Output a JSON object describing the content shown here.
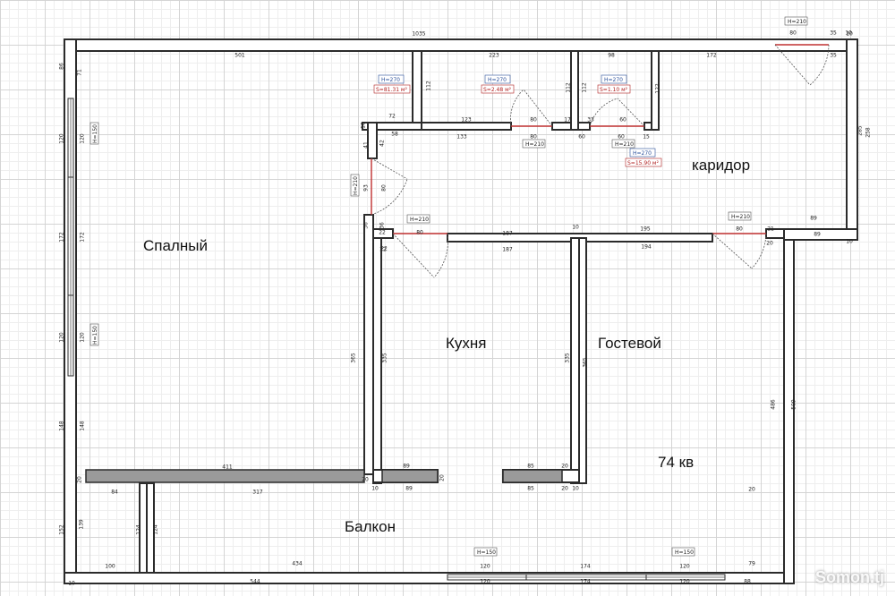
{
  "rooms": {
    "bedroom": "Спалный",
    "corridor": "каридор",
    "kitchen": "Кухня",
    "guest": "Гостевой",
    "balcony": "Балкон",
    "area_note": "74 кв"
  },
  "heights": {
    "bedroom": "H=270",
    "room2": "H=270",
    "room3": "H=270",
    "corridor": "H=270"
  },
  "areas": {
    "bedroom": "S=81.31 м²",
    "room2": "S=2.48 м²",
    "room3": "S=1.10 м²",
    "corridor": "S=15.90 м²"
  },
  "openings": {
    "entry_door": "H=210",
    "bath_door": "H=210",
    "wc_door": "H=210",
    "bedroom_door": "H=210",
    "kitchen_door": "H=210",
    "guest_door": "H=210",
    "bedroom_window_top": "H=150",
    "bedroom_window_bottom": "H=150",
    "balcony_window_left": "H=150",
    "balcony_window_right": "H=150"
  },
  "dimensions": [
    {
      "id": "d1035",
      "text": "1035"
    },
    {
      "id": "d10a",
      "text": "10"
    },
    {
      "id": "d501",
      "text": "501"
    },
    {
      "id": "d223",
      "text": "223"
    },
    {
      "id": "d98",
      "text": "98"
    },
    {
      "id": "d172a",
      "text": "172"
    },
    {
      "id": "d80a",
      "text": "80"
    },
    {
      "id": "d35a",
      "text": "35"
    },
    {
      "id": "d35b",
      "text": "35"
    },
    {
      "id": "d86",
      "text": "86"
    },
    {
      "id": "d71",
      "text": "71"
    },
    {
      "id": "d72",
      "text": "72"
    },
    {
      "id": "d112a",
      "text": "112"
    },
    {
      "id": "d112b",
      "text": "112"
    },
    {
      "id": "d112c",
      "text": "112"
    },
    {
      "id": "d122",
      "text": "122"
    },
    {
      "id": "d10b",
      "text": "10"
    },
    {
      "id": "d58",
      "text": "58"
    },
    {
      "id": "d123",
      "text": "123"
    },
    {
      "id": "d80b",
      "text": "80"
    },
    {
      "id": "d17",
      "text": "17"
    },
    {
      "id": "d33",
      "text": "33"
    },
    {
      "id": "d60a",
      "text": "60"
    },
    {
      "id": "d133",
      "text": "133"
    },
    {
      "id": "d80c",
      "text": "80"
    },
    {
      "id": "d60b",
      "text": "60"
    },
    {
      "id": "d60c",
      "text": "60"
    },
    {
      "id": "d15",
      "text": "15"
    },
    {
      "id": "d258",
      "text": "258"
    },
    {
      "id": "d285",
      "text": "285"
    },
    {
      "id": "d120a",
      "text": "120"
    },
    {
      "id": "d120b",
      "text": "120"
    },
    {
      "id": "d172b",
      "text": "172"
    },
    {
      "id": "d172c",
      "text": "172"
    },
    {
      "id": "d120c",
      "text": "120"
    },
    {
      "id": "d120d",
      "text": "120"
    },
    {
      "id": "d148a",
      "text": "148"
    },
    {
      "id": "d148b",
      "text": "148"
    },
    {
      "id": "d41",
      "text": "41"
    },
    {
      "id": "d42",
      "text": "42"
    },
    {
      "id": "d93",
      "text": "93"
    },
    {
      "id": "d80d",
      "text": "80"
    },
    {
      "id": "d36a",
      "text": "36"
    },
    {
      "id": "d36b",
      "text": "36"
    },
    {
      "id": "d22a",
      "text": "22"
    },
    {
      "id": "d80e",
      "text": "80"
    },
    {
      "id": "d22b",
      "text": "22"
    },
    {
      "id": "d187a",
      "text": "187"
    },
    {
      "id": "d187b",
      "text": "187"
    },
    {
      "id": "d10c",
      "text": "10"
    },
    {
      "id": "d195",
      "text": "195"
    },
    {
      "id": "d194",
      "text": "194"
    },
    {
      "id": "d80f",
      "text": "80"
    },
    {
      "id": "d21",
      "text": "21"
    },
    {
      "id": "d20a",
      "text": "20"
    },
    {
      "id": "d89a",
      "text": "89"
    },
    {
      "id": "d89b",
      "text": "89"
    },
    {
      "id": "d10d",
      "text": "10"
    },
    {
      "id": "d365a",
      "text": "365"
    },
    {
      "id": "d335a",
      "text": "335"
    },
    {
      "id": "d335b",
      "text": "335"
    },
    {
      "id": "d365b",
      "text": "365"
    },
    {
      "id": "d486",
      "text": "486"
    },
    {
      "id": "d509",
      "text": "509"
    },
    {
      "id": "d411",
      "text": "411"
    },
    {
      "id": "d89c",
      "text": "89"
    },
    {
      "id": "d89d",
      "text": "89"
    },
    {
      "id": "d85a",
      "text": "85"
    },
    {
      "id": "d85b",
      "text": "85"
    },
    {
      "id": "d20b",
      "text": "20"
    },
    {
      "id": "d20c",
      "text": "20"
    },
    {
      "id": "d20d",
      "text": "20"
    },
    {
      "id": "d20e",
      "text": "20"
    },
    {
      "id": "d20f",
      "text": "20"
    },
    {
      "id": "d10e",
      "text": "10"
    },
    {
      "id": "d84",
      "text": "84"
    },
    {
      "id": "d317",
      "text": "317"
    },
    {
      "id": "d10f",
      "text": "10"
    },
    {
      "id": "d152",
      "text": "152"
    },
    {
      "id": "d139",
      "text": "139"
    },
    {
      "id": "d124a",
      "text": "124"
    },
    {
      "id": "d124b",
      "text": "124"
    },
    {
      "id": "d100",
      "text": "100"
    },
    {
      "id": "d434",
      "text": "434"
    },
    {
      "id": "d120e",
      "text": "120"
    },
    {
      "id": "d174a",
      "text": "174"
    },
    {
      "id": "d120f",
      "text": "120"
    },
    {
      "id": "d79",
      "text": "79"
    },
    {
      "id": "d544",
      "text": "544"
    },
    {
      "id": "d120g",
      "text": "120"
    },
    {
      "id": "d174b",
      "text": "174"
    },
    {
      "id": "d120h",
      "text": "120"
    },
    {
      "id": "d88",
      "text": "88"
    },
    {
      "id": "d10g",
      "text": "10"
    },
    {
      "id": "d22c",
      "text": "22"
    },
    {
      "id": "d20g",
      "text": "20"
    },
    {
      "id": "d10h",
      "text": "10"
    }
  ],
  "watermark": "Somon.tj"
}
